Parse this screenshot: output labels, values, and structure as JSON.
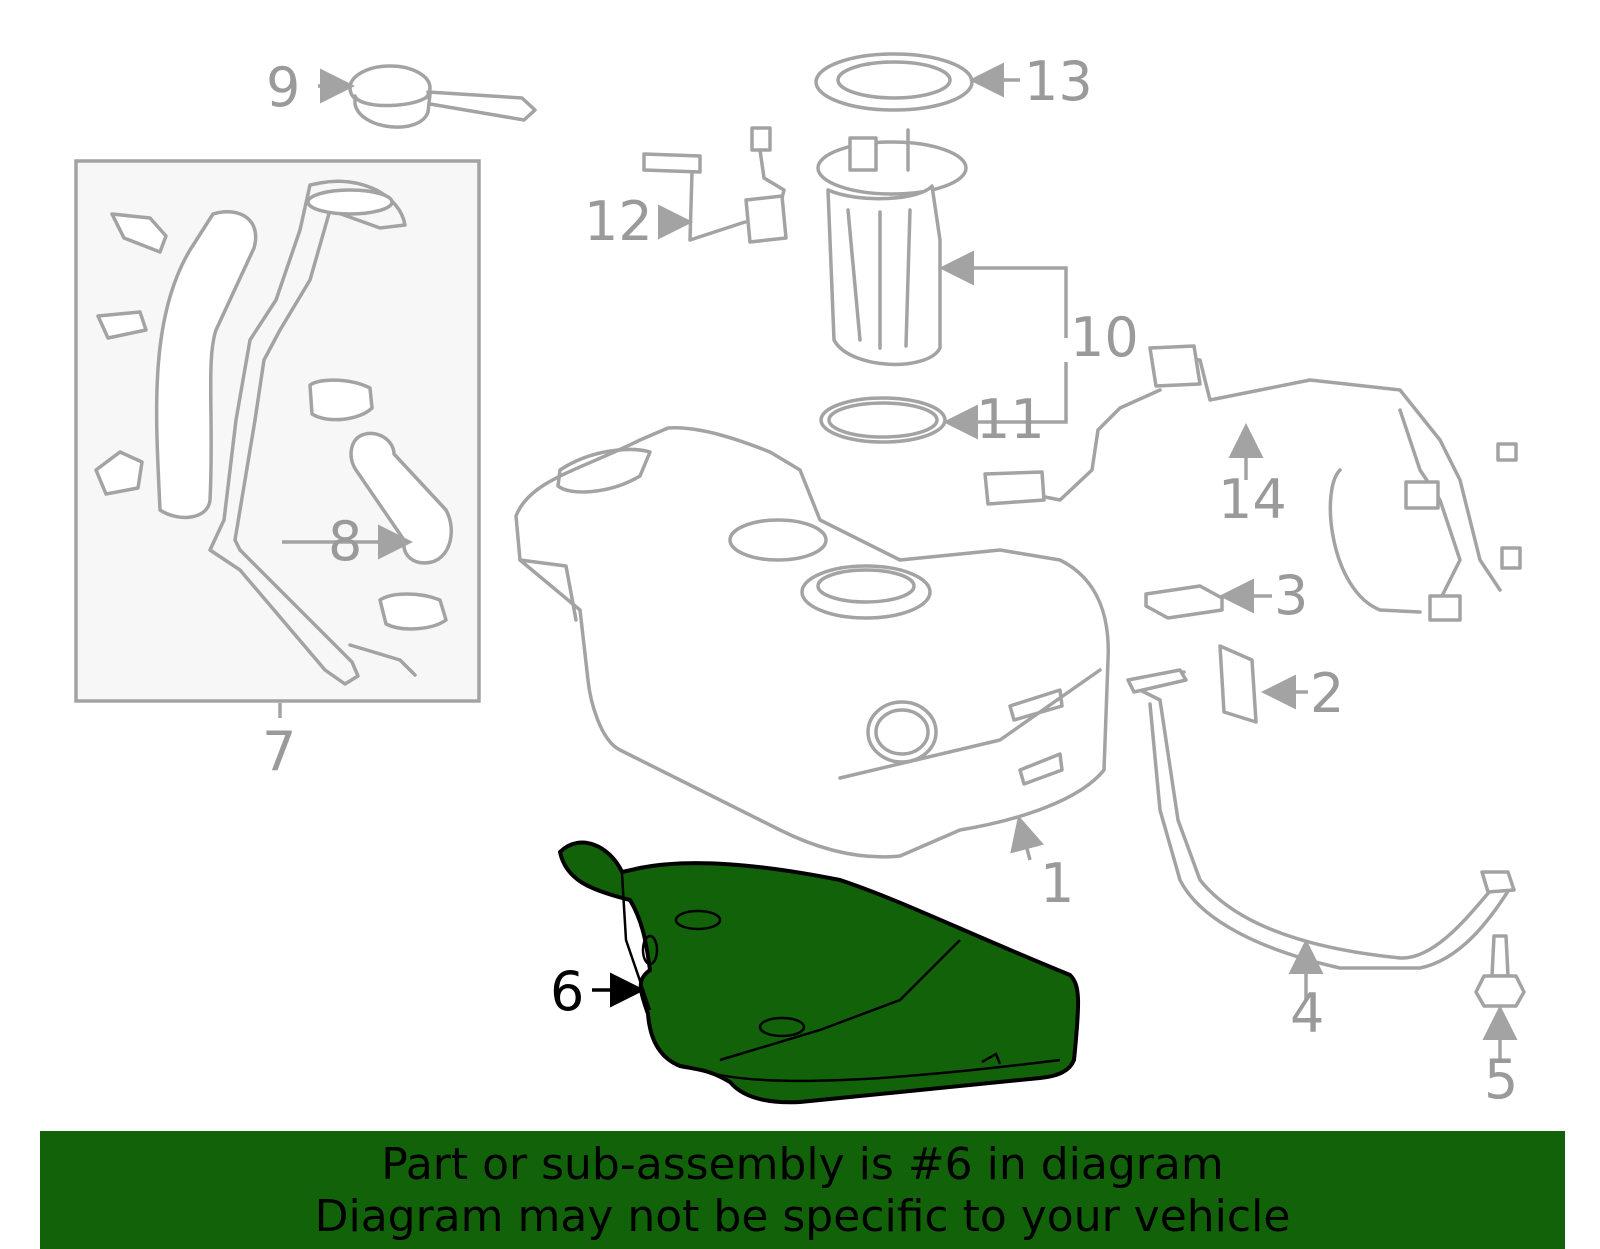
{
  "diagram": {
    "callouts": [
      {
        "id": "1",
        "label": "1"
      },
      {
        "id": "2",
        "label": "2"
      },
      {
        "id": "3",
        "label": "3"
      },
      {
        "id": "4",
        "label": "4"
      },
      {
        "id": "5",
        "label": "5"
      },
      {
        "id": "6",
        "label": "6",
        "highlighted": true
      },
      {
        "id": "7",
        "label": "7"
      },
      {
        "id": "8",
        "label": "8"
      },
      {
        "id": "9",
        "label": "9"
      },
      {
        "id": "10",
        "label": "10"
      },
      {
        "id": "11",
        "label": "11"
      },
      {
        "id": "12",
        "label": "12"
      },
      {
        "id": "13",
        "label": "13"
      },
      {
        "id": "14",
        "label": "14"
      }
    ],
    "colors": {
      "line_art": "#a3a3a3",
      "highlight_fill": "#12620a",
      "highlight_stroke": "#000000",
      "box_fill": "#f7f7f7"
    }
  },
  "banner": {
    "line1": "Part or sub-assembly is #6 in diagram",
    "line2": "Diagram may not be specific to your vehicle",
    "background": "#12620a"
  }
}
